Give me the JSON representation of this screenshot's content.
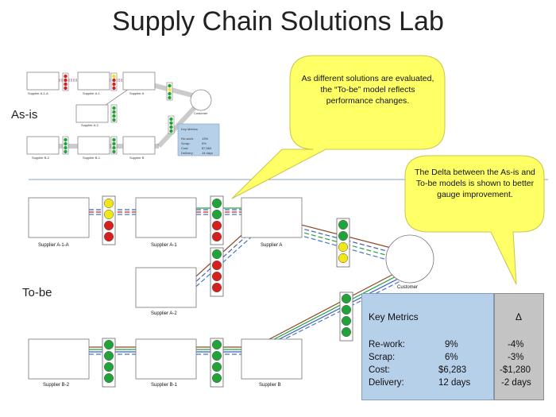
{
  "title": "Supply Chain Solutions Lab",
  "sections": {
    "as_is": "As-is",
    "to_be": "To-be"
  },
  "callouts": {
    "top": "As different solutions are evaluated, the “To-be” model reflects performance changes.",
    "right": "The Delta between the As-is and To-be models is shown to better gauge improvement."
  },
  "to_be_nodes": {
    "supplier_a1a": "Supplier A-1-A",
    "supplier_a1": "Supplier A-1",
    "supplier_a": "Supplier A",
    "supplier_a2": "Supplier A-2",
    "customer": "Customer",
    "supplier_b2": "Supplier B-2",
    "supplier_b1": "Supplier B-1",
    "supplier_b": "Supplier B"
  },
  "as_is_nodes": {
    "supplier_a1a": "Supplier A-1-A",
    "supplier_a1": "Supplier A-1",
    "supplier_a": "Supplier A",
    "supplier_a2": "Supplier A-2",
    "customer": "Customer",
    "supplier_b2": "Supplier B-2",
    "supplier_b1": "Supplier B-1",
    "supplier_b": "Supplier B"
  },
  "as_is_metrics": {
    "title": "Key Metrics",
    "rows": [
      {
        "label": "Re-work:",
        "value": "13%"
      },
      {
        "label": "Scrap:",
        "value": "9%"
      },
      {
        "label": "Cost:",
        "value": "$7,563"
      },
      {
        "label": "Delivery:",
        "value": "14 days"
      }
    ]
  },
  "key_metrics": {
    "title": "Key Metrics",
    "delta_header": "Δ",
    "rows": [
      {
        "label": "Re-work:",
        "value": "9%",
        "delta": "-4%"
      },
      {
        "label": "Scrap:",
        "value": "6%",
        "delta": "-3%"
      },
      {
        "label": "Cost:",
        "value": "$6,283",
        "delta": "-$1,280"
      },
      {
        "label": "Delivery:",
        "value": "12 days",
        "delta": "-2 days"
      }
    ]
  },
  "colors": {
    "green": "#22a33a",
    "red": "#d61f1f",
    "yellow": "#f2e51a",
    "callout": "#ffff66",
    "metrics": "#b6d0ea",
    "delta": "#c4c4c4"
  }
}
